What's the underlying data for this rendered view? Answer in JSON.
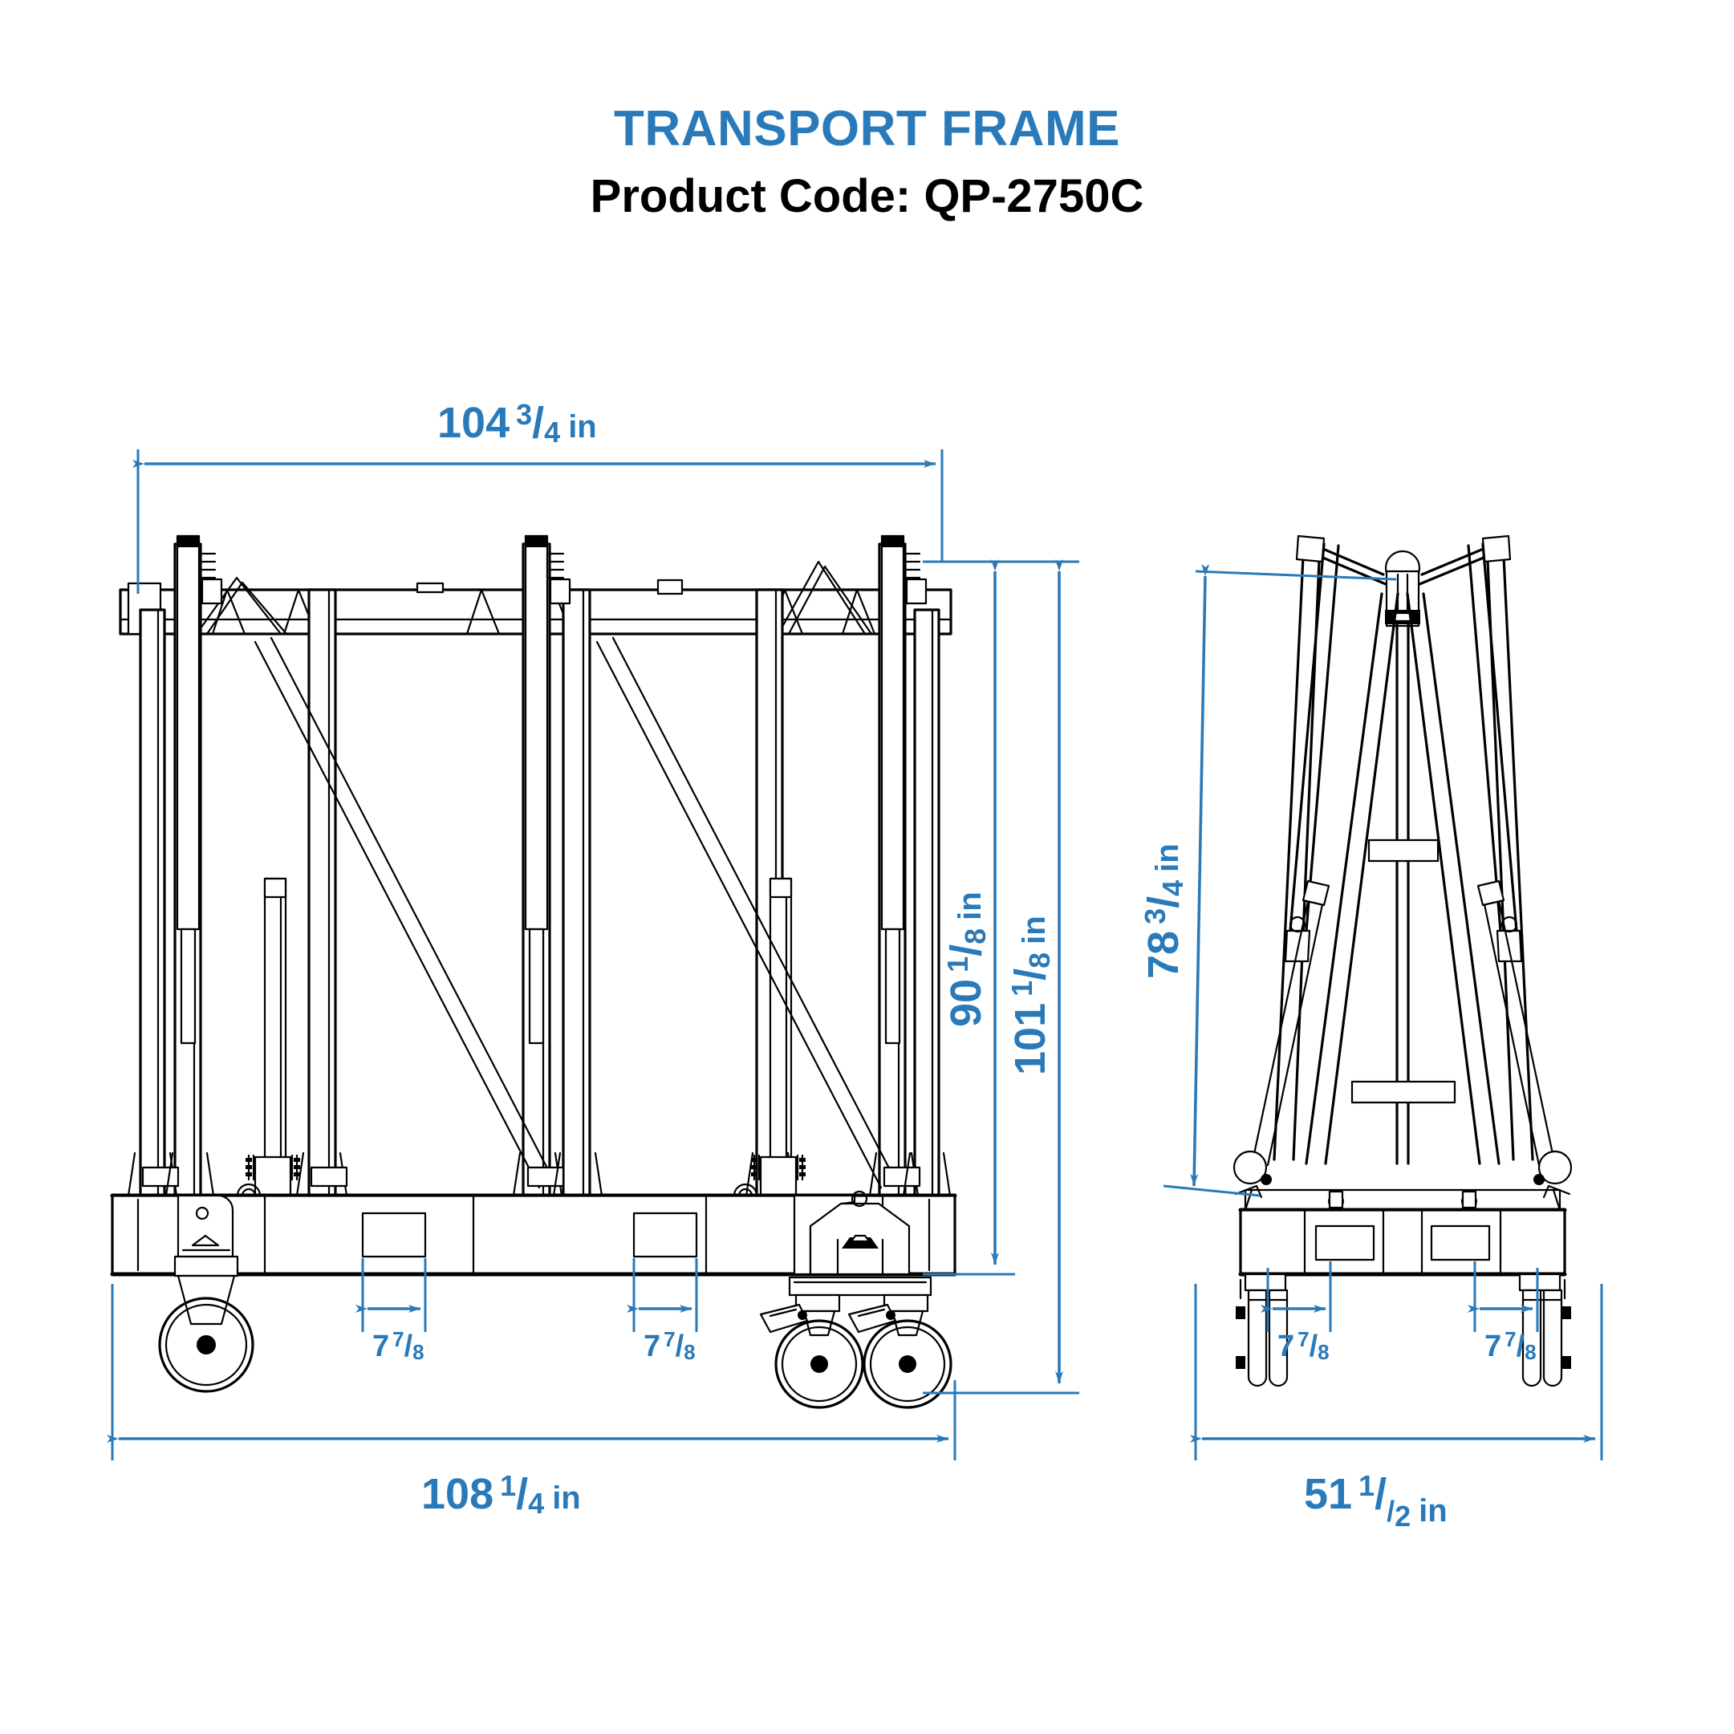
{
  "title": {
    "main": "TRANSPORT FRAME",
    "sub": "Product Code: QP-2750C",
    "accent_color": "#2a7ab9",
    "line_color": "#000000"
  },
  "drawing": {
    "type": "engineering-dimensioned-drawing",
    "subject": "A-frame glass transport rack on casters",
    "views": [
      {
        "id": "front-elevation",
        "label": "front view"
      },
      {
        "id": "end-elevation",
        "label": "end view"
      }
    ],
    "units": "in"
  },
  "dimensions": {
    "front_width_top": {
      "whole": "104",
      "num": "3",
      "den": "4",
      "unit": "in",
      "value_in": 104.75
    },
    "front_width_overall": {
      "whole": "108",
      "num": "1",
      "den": "4",
      "unit": "in",
      "value_in": 108.25
    },
    "front_height_inner": {
      "whole": "90",
      "num": "1",
      "den": "8",
      "unit": "in",
      "value_in": 90.125
    },
    "front_height_overall": {
      "whole": "101",
      "num": "1",
      "den": "8",
      "unit": "in",
      "value_in": 101.125
    },
    "end_height": {
      "whole": "78",
      "num": "3",
      "den": "4",
      "unit": "in",
      "value_in": 78.75
    },
    "end_width_overall": {
      "whole": "51",
      "num": "1",
      "den": "2",
      "unit": "in",
      "value_in": 51.5
    },
    "fork_pocket": {
      "whole": "7",
      "num": "7",
      "den": "8",
      "unit": "",
      "value_in": 7.875
    }
  },
  "dimension_labels": {
    "front_top": "104 3/4 in",
    "front_bottom": "108 1/4 in",
    "front_right_inner": "90 1/8 in",
    "front_right_outer": "101 1/8 in",
    "end_left": "78 3/4 in",
    "end_bottom": "51 1/2 in",
    "pocket_front_left": "7 7/8",
    "pocket_front_right": "7 7/8",
    "pocket_end_left": "7 7/8",
    "pocket_end_right": "7 7/8"
  }
}
